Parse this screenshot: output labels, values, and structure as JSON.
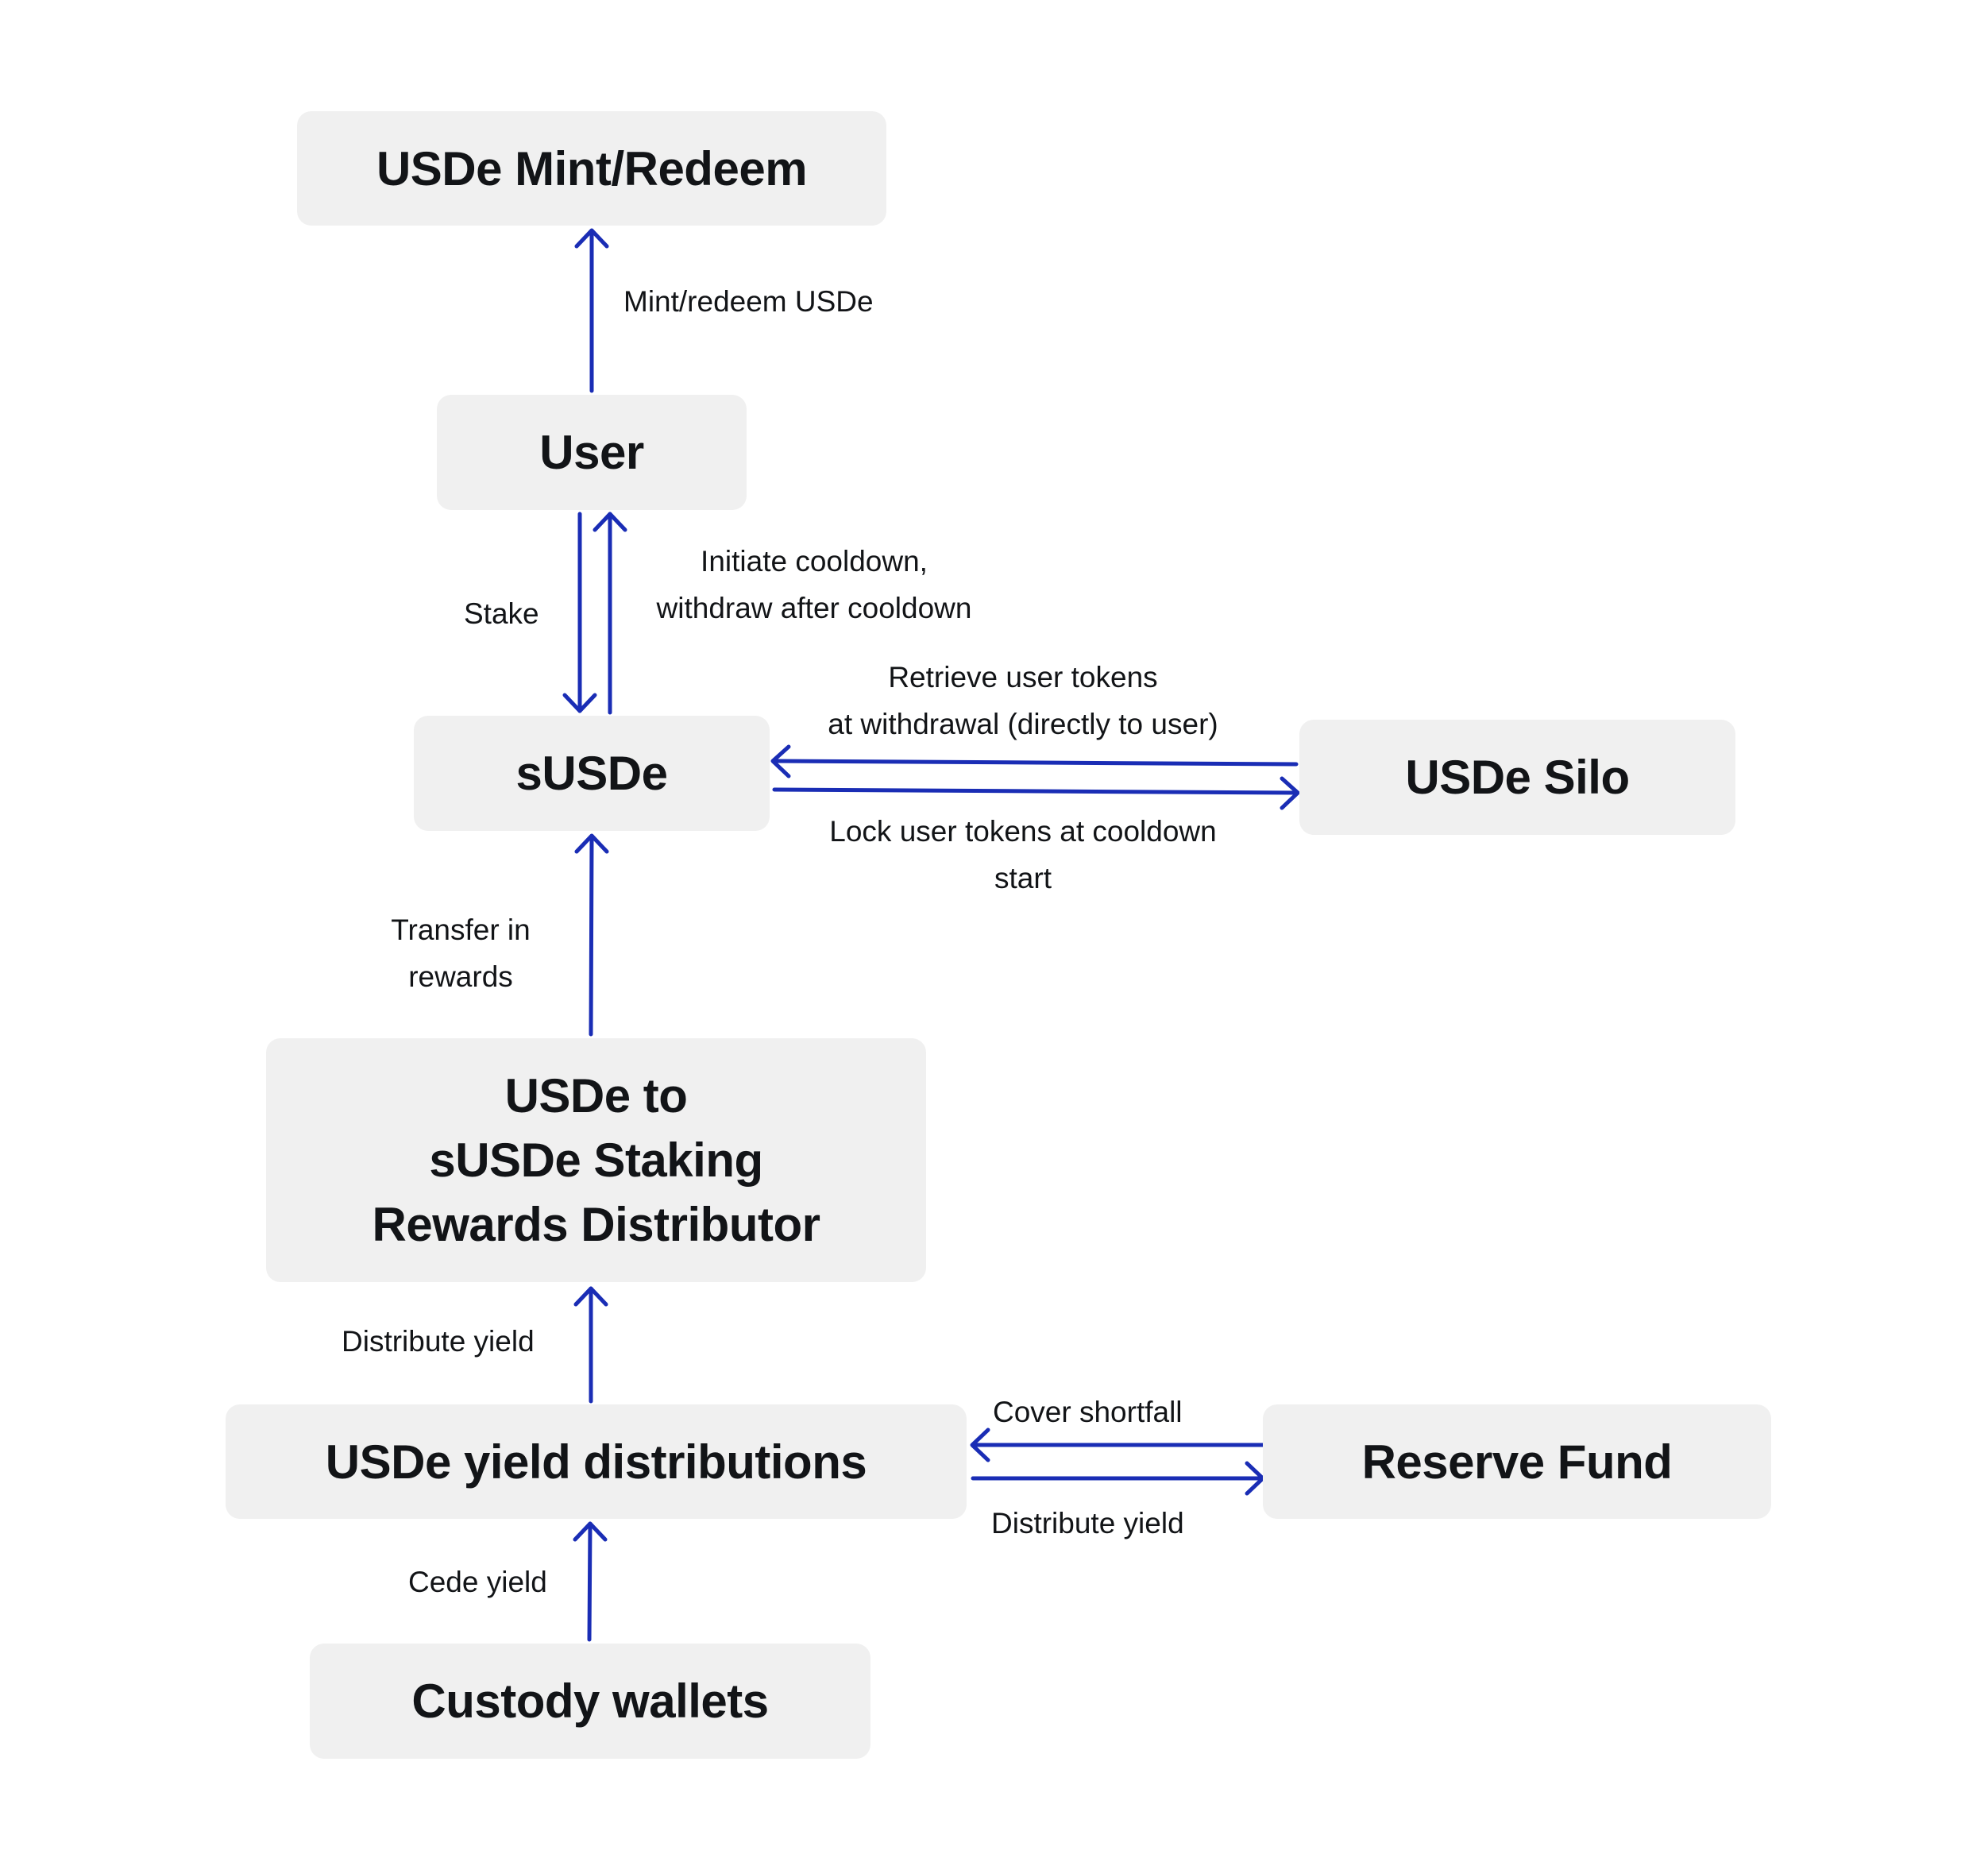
{
  "nodes": {
    "mint_redeem": "USDe Mint/Redeem",
    "user": "User",
    "susde": "sUSDe",
    "silo": "USDe Silo",
    "rewards_distributor": [
      "USDe to",
      "sUSDe Staking",
      "Rewards Distributor"
    ],
    "yield_distributions": "USDe yield distributions",
    "reserve_fund": "Reserve Fund",
    "custody_wallets": "Custody wallets"
  },
  "edges": {
    "mint_redeem": "Mint/redeem USDe",
    "stake": "Stake",
    "cooldown": [
      "Initiate cooldown,",
      "withdraw after cooldown"
    ],
    "retrieve": [
      "Retrieve user tokens",
      "at withdrawal (directly to user)"
    ],
    "lock": [
      "Lock user tokens at cooldown",
      "start"
    ],
    "transfer_rewards": [
      "Transfer in",
      "rewards"
    ],
    "distribute_yield_up": "Distribute yield",
    "cover_shortfall": "Cover shortfall",
    "distribute_yield_reserve": "Distribute yield",
    "cede_yield": "Cede yield"
  },
  "colors": {
    "arrow": "#1a2db5",
    "box": "#f0f0f0",
    "text": "#121417"
  }
}
